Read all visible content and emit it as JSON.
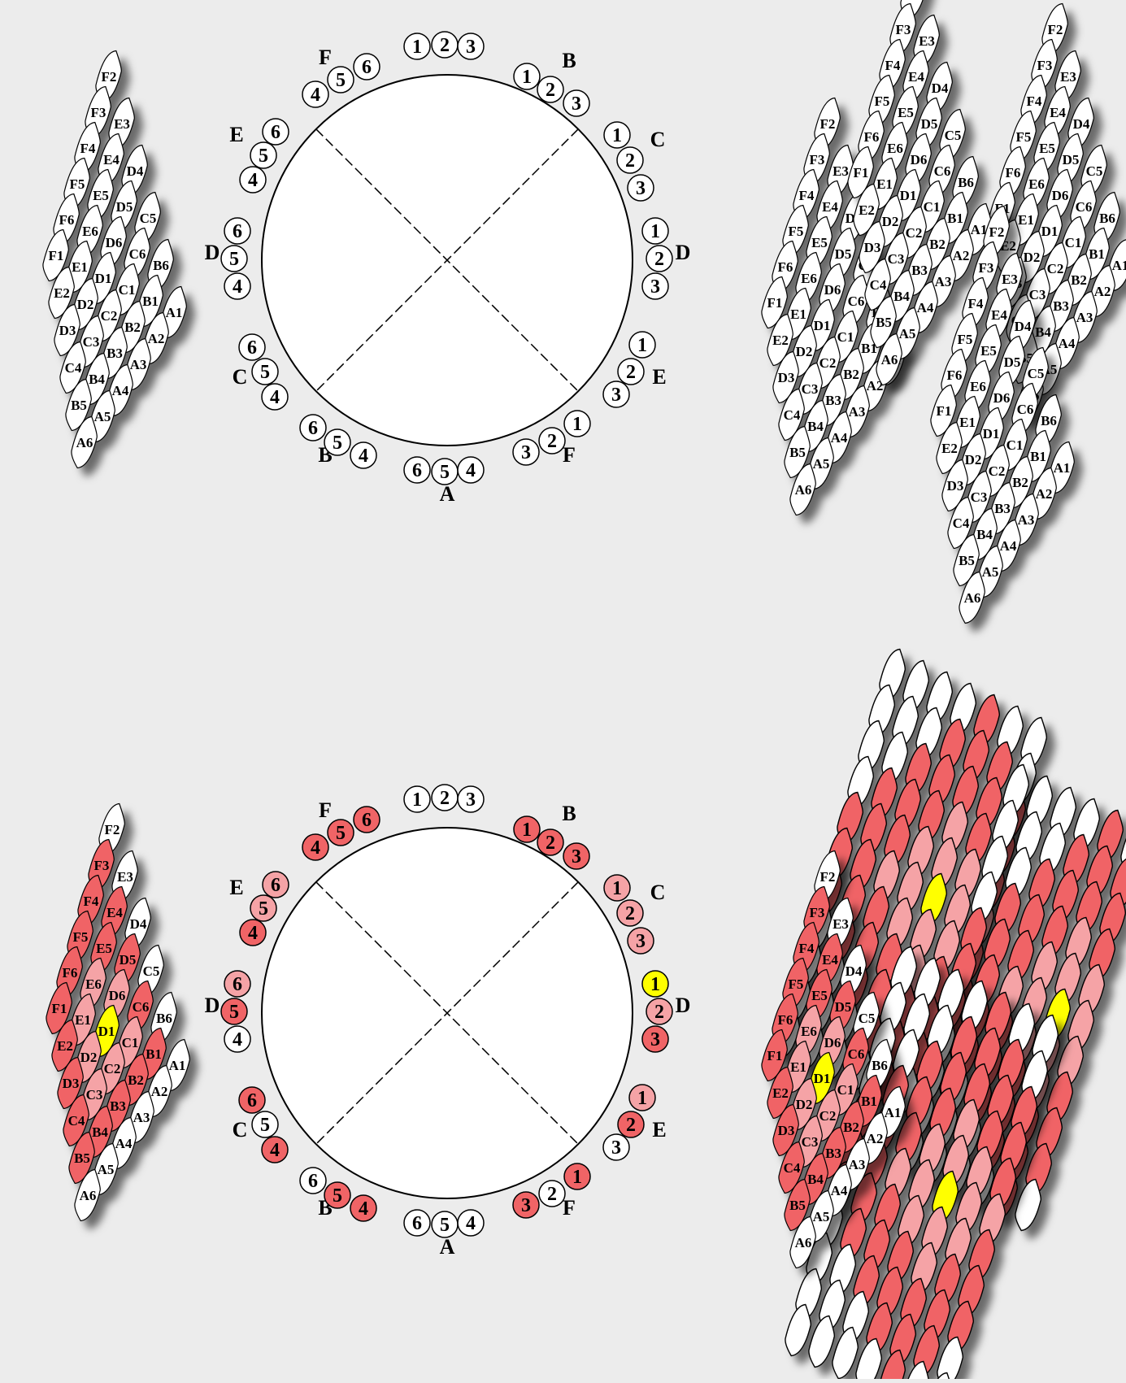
{
  "colors": {
    "background": "#ececec",
    "neutral": "#ffffff",
    "dark_red": "#f06466",
    "light_red": "#f5a3a6",
    "selected": "#ffff00",
    "stroke": "#000000"
  },
  "wheel": {
    "dial_labels": {
      "A": "A",
      "B": "B",
      "C": "C",
      "D": "D",
      "E": "E",
      "F": "F"
    },
    "buttons": [
      {
        "text": "1",
        "text_2": "2",
        "text_3": "3"
      },
      {
        "text": "4",
        "text_2": "5",
        "text_3": "6"
      }
    ]
  },
  "diagram_top": {
    "highlight": {}
  },
  "diagram_bottom": {
    "highlight": {
      "F3": "d",
      "F4": "d",
      "E4": "d",
      "F5": "d",
      "E5": "d",
      "D5": "d",
      "F6": "d",
      "E6": "l",
      "D6": "l",
      "C6": "d",
      "F1": "d",
      "E1": "l",
      "D1": "y",
      "C1": "l",
      "B1": "d",
      "E2": "d",
      "D2": "l",
      "C2": "l",
      "B2": "d",
      "D3": "d",
      "C3": "l",
      "B3": "d",
      "C4": "d",
      "B4": "d",
      "B5": "d"
    },
    "wheel_colors": {
      "A_top": [
        "n",
        "n",
        "n"
      ],
      "B_top": [
        "d",
        "d",
        "d"
      ],
      "C_right": [
        "l",
        "l",
        "l"
      ],
      "D_right": [
        "y",
        "l",
        "d"
      ],
      "E_right": [
        "l",
        "d",
        "n"
      ],
      "F_bottom": [
        "d",
        "n",
        "d"
      ],
      "A_bottom": [
        "n",
        "n",
        "n"
      ],
      "B_bottom": [
        "n",
        "d",
        "d"
      ],
      "C_left": [
        "d",
        "n",
        "d"
      ],
      "D_left": [
        "l",
        "d",
        "n"
      ],
      "E_left": [
        "l",
        "l",
        "d"
      ],
      "F_top": [
        "d",
        "d",
        "d"
      ]
    }
  },
  "lattice_rows": [
    [
      "F2"
    ],
    [
      "F3",
      "E3"
    ],
    [
      "F4",
      "E4",
      "D4"
    ],
    [
      "F5",
      "E5",
      "D5",
      "C5"
    ],
    [
      "F6",
      "E6",
      "D6",
      "C6",
      "B6"
    ],
    [
      "F1",
      "E1",
      "D1",
      "C1",
      "B1",
      "A1"
    ],
    [
      "E2",
      "D2",
      "C2",
      "B2",
      "A2"
    ],
    [
      "D3",
      "C3",
      "B3",
      "A3"
    ],
    [
      "C4",
      "B4",
      "A4"
    ],
    [
      "B5",
      "A5"
    ],
    [
      "A6"
    ]
  ]
}
